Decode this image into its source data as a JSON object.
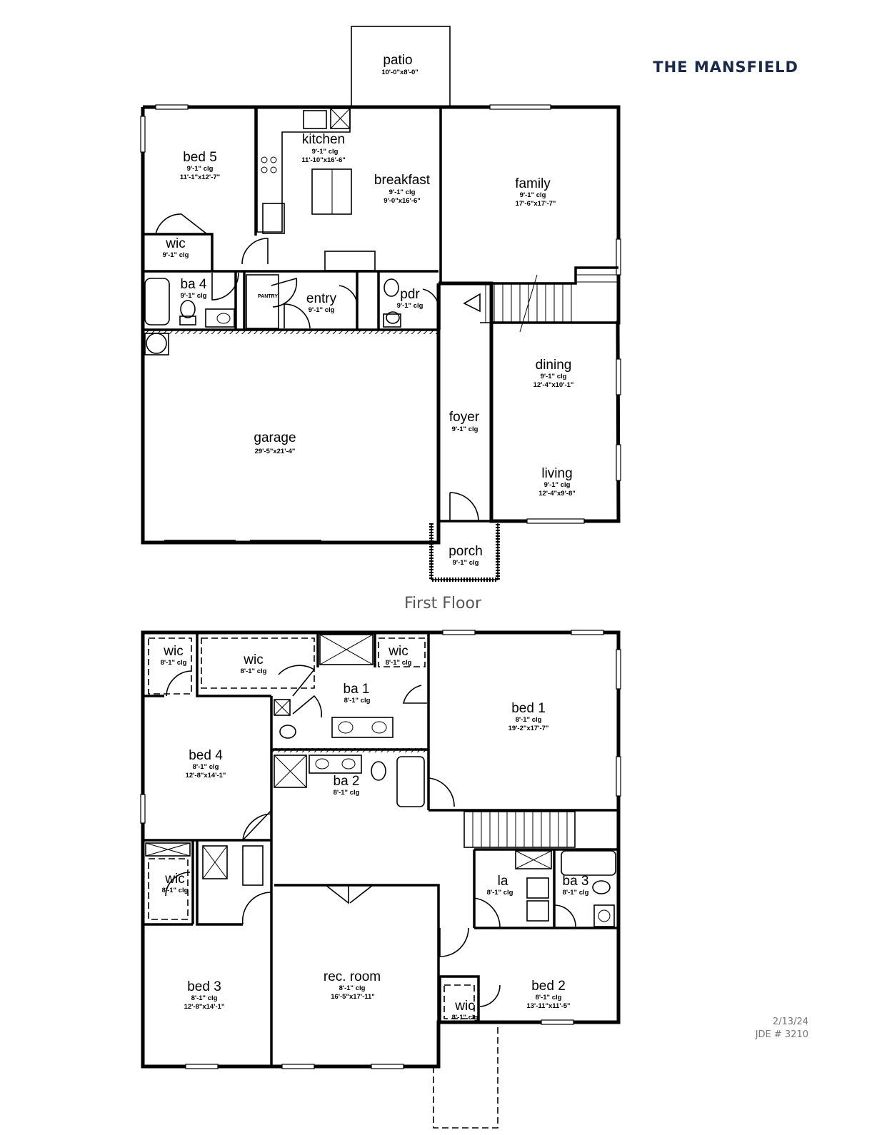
{
  "header": {
    "title": "THE MANSFIELD"
  },
  "floor_labels": {
    "first": "First Floor"
  },
  "footer": {
    "date": "2/13/24",
    "job": "JDE # 3210"
  },
  "first_floor": {
    "rooms": [
      {
        "id": "patio",
        "name": "patio",
        "ceiling": "",
        "size": "10'-0\"x8'-0\""
      },
      {
        "id": "kitchen",
        "name": "kitchen",
        "ceiling": "9'-1\" clg",
        "size": "11'-10\"x16'-6\""
      },
      {
        "id": "breakfast",
        "name": "breakfast",
        "ceiling": "9'-1\" clg",
        "size": "9'-0\"x16'-6\""
      },
      {
        "id": "bed5",
        "name": "bed 5",
        "ceiling": "9'-1\" clg",
        "size": "11'-1\"x12'-7\""
      },
      {
        "id": "family",
        "name": "family",
        "ceiling": "9'-1\" clg",
        "size": "17'-6\"x17'-7\""
      },
      {
        "id": "wic",
        "name": "wic",
        "ceiling": "9'-1\" clg",
        "size": ""
      },
      {
        "id": "ba4",
        "name": "ba 4",
        "ceiling": "9'-1\" clg",
        "size": ""
      },
      {
        "id": "entry",
        "name": "entry",
        "ceiling": "9'-1\" clg",
        "size": ""
      },
      {
        "id": "pdr",
        "name": "pdr",
        "ceiling": "9'-1\" clg",
        "size": ""
      },
      {
        "id": "dining",
        "name": "dining",
        "ceiling": "9'-1\" clg",
        "size": "12'-4\"x10'-1\""
      },
      {
        "id": "garage",
        "name": "garage",
        "ceiling": "",
        "size": "29'-5\"x21'-4\""
      },
      {
        "id": "foyer",
        "name": "foyer",
        "ceiling": "9'-1\" clg",
        "size": ""
      },
      {
        "id": "living",
        "name": "living",
        "ceiling": "9'-1\" clg",
        "size": "12'-4\"x9'-8\""
      },
      {
        "id": "porch",
        "name": "porch",
        "ceiling": "9'-1\" clg",
        "size": ""
      }
    ],
    "pantry_label": "PANTRY"
  },
  "second_floor": {
    "rooms": [
      {
        "id": "wic_a",
        "name": "wic",
        "ceiling": "8'-1\" clg",
        "size": ""
      },
      {
        "id": "wic_b",
        "name": "wic",
        "ceiling": "8'-1\" clg",
        "size": ""
      },
      {
        "id": "wic_c",
        "name": "wic",
        "ceiling": "8'-1\" clg",
        "size": ""
      },
      {
        "id": "ba1",
        "name": "ba 1",
        "ceiling": "8'-1\" clg",
        "size": ""
      },
      {
        "id": "bed1",
        "name": "bed 1",
        "ceiling": "8'-1\" clg",
        "size": "19'-2\"x17'-7\""
      },
      {
        "id": "bed4",
        "name": "bed 4",
        "ceiling": "8'-1\" clg",
        "size": "12'-8\"x14'-1\""
      },
      {
        "id": "ba2",
        "name": "ba 2",
        "ceiling": "8'-1\" clg",
        "size": ""
      },
      {
        "id": "wic_d",
        "name": "wic",
        "ceiling": "8'-1\" clg",
        "size": ""
      },
      {
        "id": "la",
        "name": "la",
        "ceiling": "8'-1\" clg",
        "size": ""
      },
      {
        "id": "ba3",
        "name": "ba 3",
        "ceiling": "8'-1\" clg",
        "size": ""
      },
      {
        "id": "recroom",
        "name": "rec. room",
        "ceiling": "8'-1\" clg",
        "size": "16'-5\"x17'-11\""
      },
      {
        "id": "bed3",
        "name": "bed 3",
        "ceiling": "8'-1\" clg",
        "size": "12'-8\"x14'-1\""
      },
      {
        "id": "bed2",
        "name": "bed 2",
        "ceiling": "8'-1\" clg",
        "size": "13'-11\"x11'-5\""
      },
      {
        "id": "wic_e",
        "name": "wic",
        "ceiling": "8'-1\" clg",
        "size": ""
      }
    ]
  }
}
